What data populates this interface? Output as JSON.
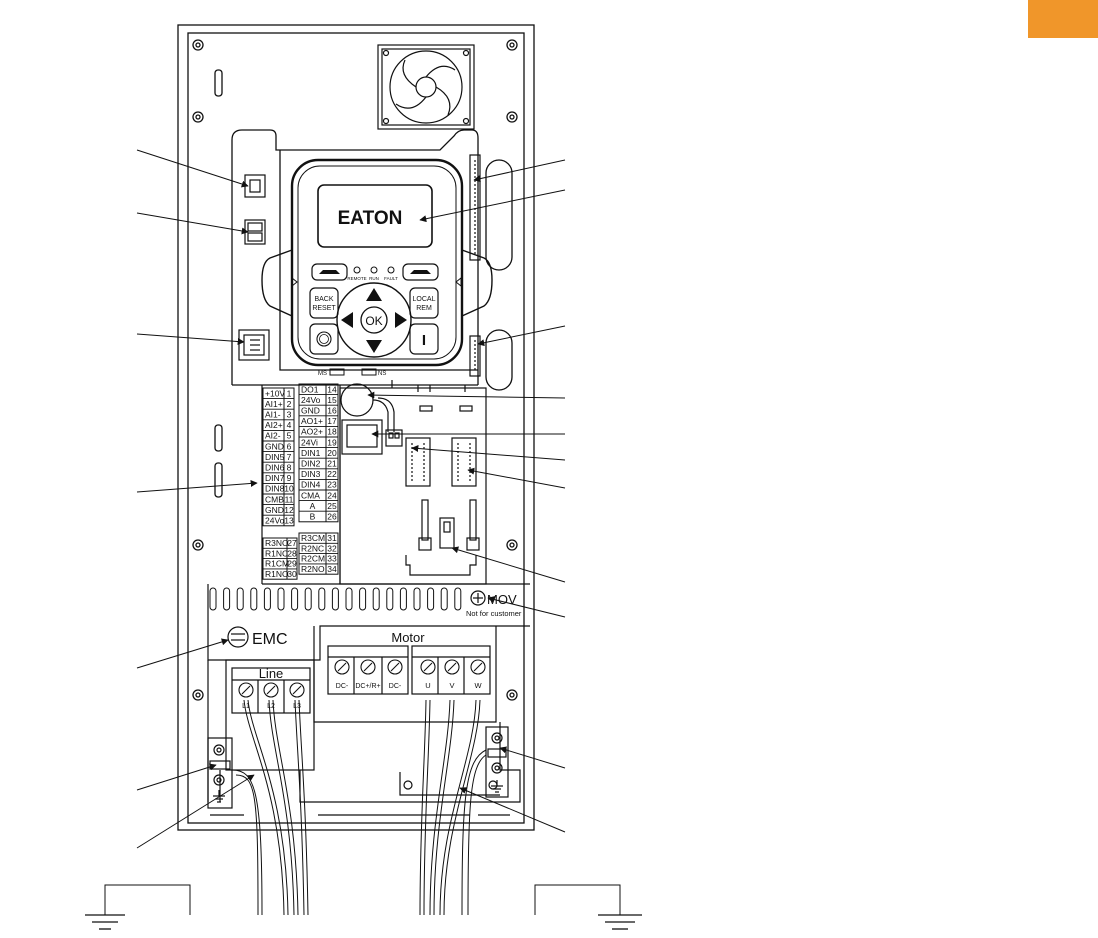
{
  "brand": {
    "logo_text": "EATON",
    "tab_color": "#f0962a"
  },
  "keypad": {
    "indicators": [
      "REMOTE",
      "RUN",
      "FAULT"
    ],
    "back_reset": [
      "BACK",
      "RESET"
    ],
    "local_rem": [
      "LOCAL",
      "REM"
    ],
    "ok": "OK",
    "start": "I"
  },
  "status_leds": {
    "ms": "MS",
    "ns": "NS"
  },
  "terminals": {
    "analog": [
      {
        "name": "+10V",
        "num": "1"
      },
      {
        "name": "AI1+",
        "num": "2"
      },
      {
        "name": "AI1-",
        "num": "3"
      },
      {
        "name": "AI2+",
        "num": "4"
      },
      {
        "name": "AI2-",
        "num": "5"
      },
      {
        "name": "GND",
        "num": "6"
      },
      {
        "name": "DIN5",
        "num": "7"
      },
      {
        "name": "DIN6",
        "num": "8"
      },
      {
        "name": "DIN7",
        "num": "9"
      },
      {
        "name": "DIN8",
        "num": "10"
      },
      {
        "name": "CMB",
        "num": "11"
      },
      {
        "name": "GND",
        "num": "12"
      },
      {
        "name": "24Vo",
        "num": "13"
      }
    ],
    "digital": [
      {
        "name": "DO1",
        "num": "14"
      },
      {
        "name": "24Vo",
        "num": "15"
      },
      {
        "name": "GND",
        "num": "16"
      },
      {
        "name": "AO1+",
        "num": "17"
      },
      {
        "name": "AO2+",
        "num": "18"
      },
      {
        "name": "24Vi",
        "num": "19"
      },
      {
        "name": "DIN1",
        "num": "20"
      },
      {
        "name": "DIN2",
        "num": "21"
      },
      {
        "name": "DIN3",
        "num": "22"
      },
      {
        "name": "DIN4",
        "num": "23"
      },
      {
        "name": "CMA",
        "num": "24"
      },
      {
        "name": "A",
        "num": "25"
      },
      {
        "name": "B",
        "num": "26"
      }
    ],
    "relay_left": [
      {
        "name": "R3NO",
        "num": "27"
      },
      {
        "name": "R1NC",
        "num": "28"
      },
      {
        "name": "R1CM",
        "num": "29"
      },
      {
        "name": "R1NO",
        "num": "30"
      }
    ],
    "relay_right": [
      {
        "name": "R3CM",
        "num": "31"
      },
      {
        "name": "R2NC",
        "num": "32"
      },
      {
        "name": "R2CM",
        "num": "33"
      },
      {
        "name": "R2NO",
        "num": "34"
      }
    ]
  },
  "labels": {
    "mov": "MOV",
    "not_for_customer": "Not for customer",
    "emc": "EMC",
    "motor": "Motor",
    "line": "Line"
  },
  "dc_terminals": [
    "DC-",
    "DC+/R+",
    "DC-"
  ],
  "motor_terminals": [
    "U",
    "V",
    "W"
  ],
  "line_terminals": [
    "L1",
    "L2",
    "L3"
  ]
}
